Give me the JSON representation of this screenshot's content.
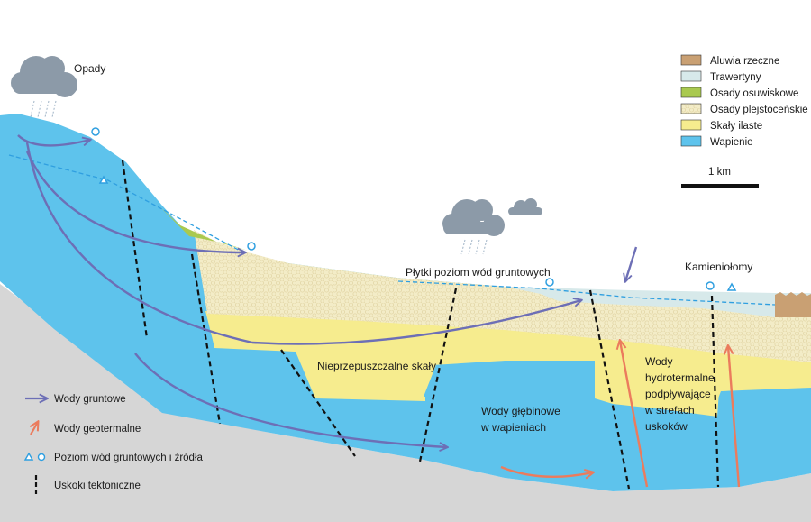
{
  "colors": {
    "aluwia": "#c9a073",
    "trawertyny": "#d7e9ea",
    "osuwiskowe": "#a9c94f",
    "plejstocenskie": "#f3ecc7",
    "ilaste": "#f6ec8e",
    "wapienie": "#5ec3ec",
    "ground": "#d6d6d6",
    "groundwater_arrow": "#6d6fb6",
    "geothermal_arrow": "#eb7b5d",
    "water_level": "#2f9fe0",
    "fault": "#111111"
  },
  "legend": {
    "items": [
      {
        "label": "Aluwia rzeczne",
        "color_key": "aluwia"
      },
      {
        "label": "Trawertyny",
        "color_key": "trawertyny"
      },
      {
        "label": "Osady osuwiskowe",
        "color_key": "osuwiskowe"
      },
      {
        "label": "Osady plejstoceńskie",
        "color_key": "plejstocenskie"
      },
      {
        "label": "Skały ilaste",
        "color_key": "ilaste"
      },
      {
        "label": "Wapienie",
        "color_key": "wapienie"
      }
    ],
    "scale_label": "1 km"
  },
  "labels": {
    "opady": "Opady",
    "plytki": "Płytki poziom wód gruntowych",
    "kamieniolomy": "Kamieniołomy",
    "nieprzepuszczalne": "Nieprzepuszczalne skały",
    "wody_glebinowe_1": "Wody głębinowe",
    "wody_glebinowe_2": "w wapieniach",
    "hydro_1": "Wody",
    "hydro_2": "hydrotermalne",
    "hydro_3": "podpływające",
    "hydro_4": "w strefach",
    "hydro_5": "uskoków"
  },
  "key": {
    "wody_gruntowe": "Wody gruntowe",
    "wody_geotermalne": "Wody geotermalne",
    "poziom": "Poziom wód gruntowych i źródła",
    "uskoki": "Uskoki tektoniczne"
  }
}
